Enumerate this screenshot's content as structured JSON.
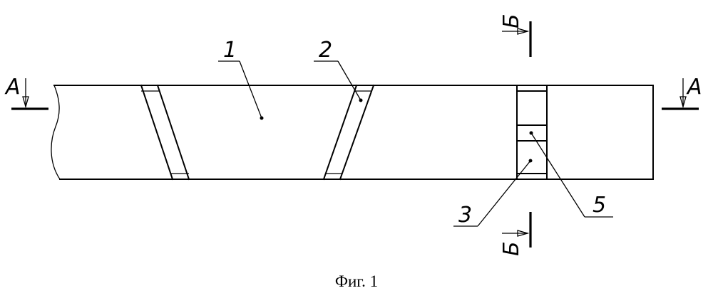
{
  "figure": {
    "caption": "Фиг. 1"
  },
  "section_marks": {
    "a_left": "А",
    "a_right": "А",
    "b_top": "Б",
    "b_bottom": "Б"
  },
  "callouts": {
    "part_1": "1",
    "part_2": "2",
    "part_3": "3",
    "part_5": "5"
  }
}
